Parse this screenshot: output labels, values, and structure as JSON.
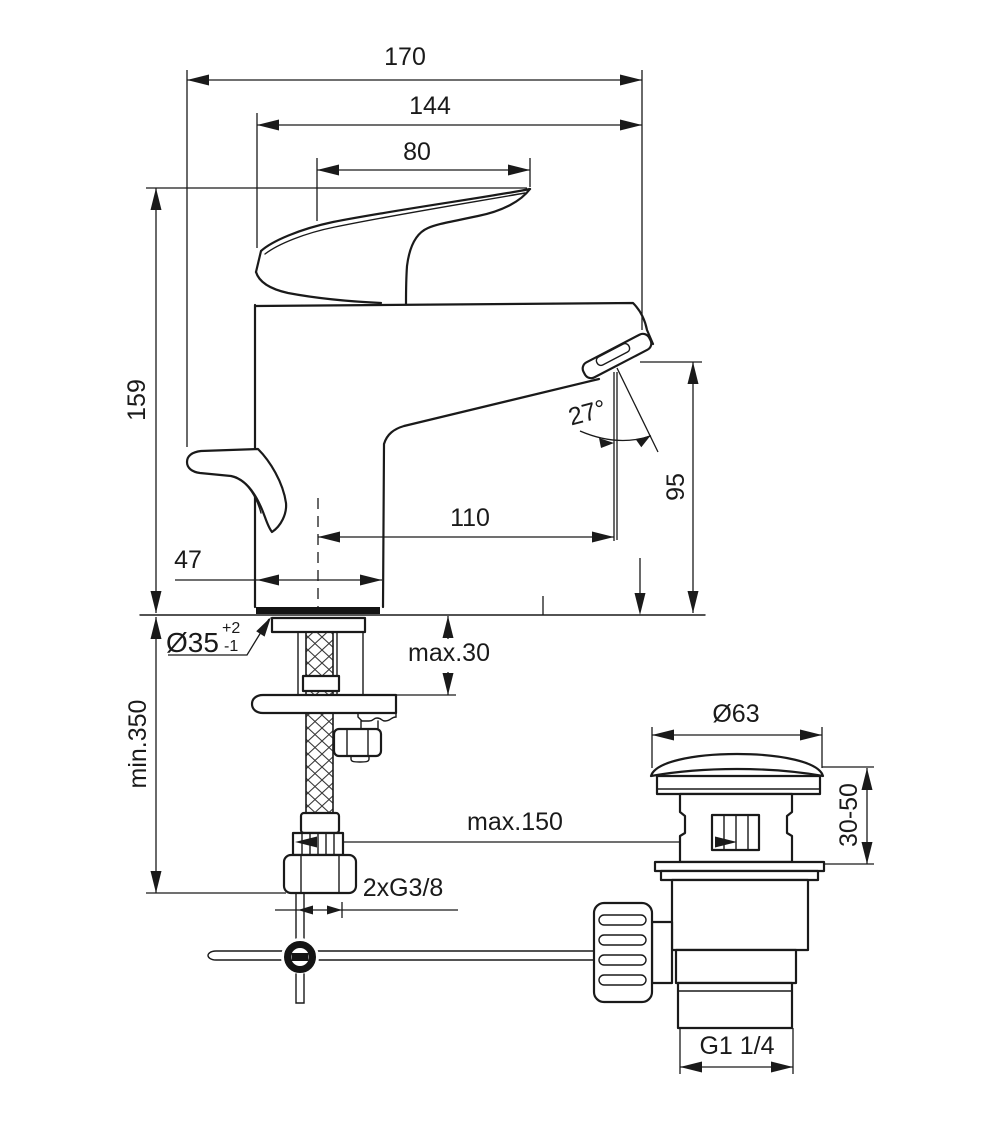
{
  "drawing": {
    "title": "single-lever-basin-mixer-dimension-drawing",
    "colors": {
      "line": "#1a1a1a",
      "background": "#ffffff"
    },
    "labels": {
      "overall_width": "170",
      "body_width": "144",
      "handle_length": "80",
      "total_height": "159",
      "spout_angle": "27°",
      "outlet_height": "95",
      "spout_reach": "110",
      "base_width": "47",
      "hole_diameter": "Ø35",
      "hole_tol_plus": "+2",
      "hole_tol_minus": "-1",
      "deck_thickness": "max.30",
      "hose_length": "min.350",
      "waste_cap_diameter": "Ø63",
      "waste_height_range": "30-50",
      "rod_offset": "max.150",
      "supply_thread": "2xG3/8",
      "waste_thread": "G1 1/4"
    }
  }
}
